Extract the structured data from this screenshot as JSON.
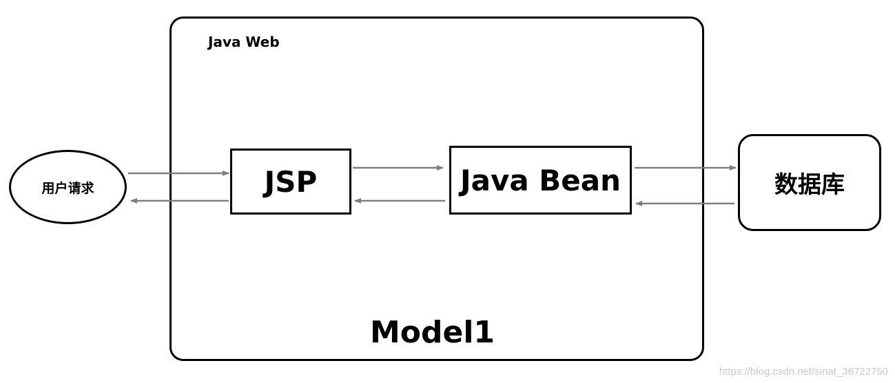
{
  "container": {
    "title": "Java Web",
    "caption": "Model1"
  },
  "nodes": {
    "user_request": "用户请求",
    "jsp": "JSP",
    "java_bean": "Java Bean",
    "database": "数据库"
  },
  "connectors": [
    {
      "from": "user_request",
      "to": "jsp"
    },
    {
      "from": "jsp",
      "to": "user_request"
    },
    {
      "from": "jsp",
      "to": "java_bean"
    },
    {
      "from": "java_bean",
      "to": "jsp"
    },
    {
      "from": "java_bean",
      "to": "database"
    },
    {
      "from": "database",
      "to": "java_bean"
    }
  ],
  "watermark": "https://blog.csdn.net/sinat_36722750",
  "colors": {
    "stroke": "#000000",
    "arrow": "#7f7f7f",
    "watermark": "#c8c8c8"
  }
}
